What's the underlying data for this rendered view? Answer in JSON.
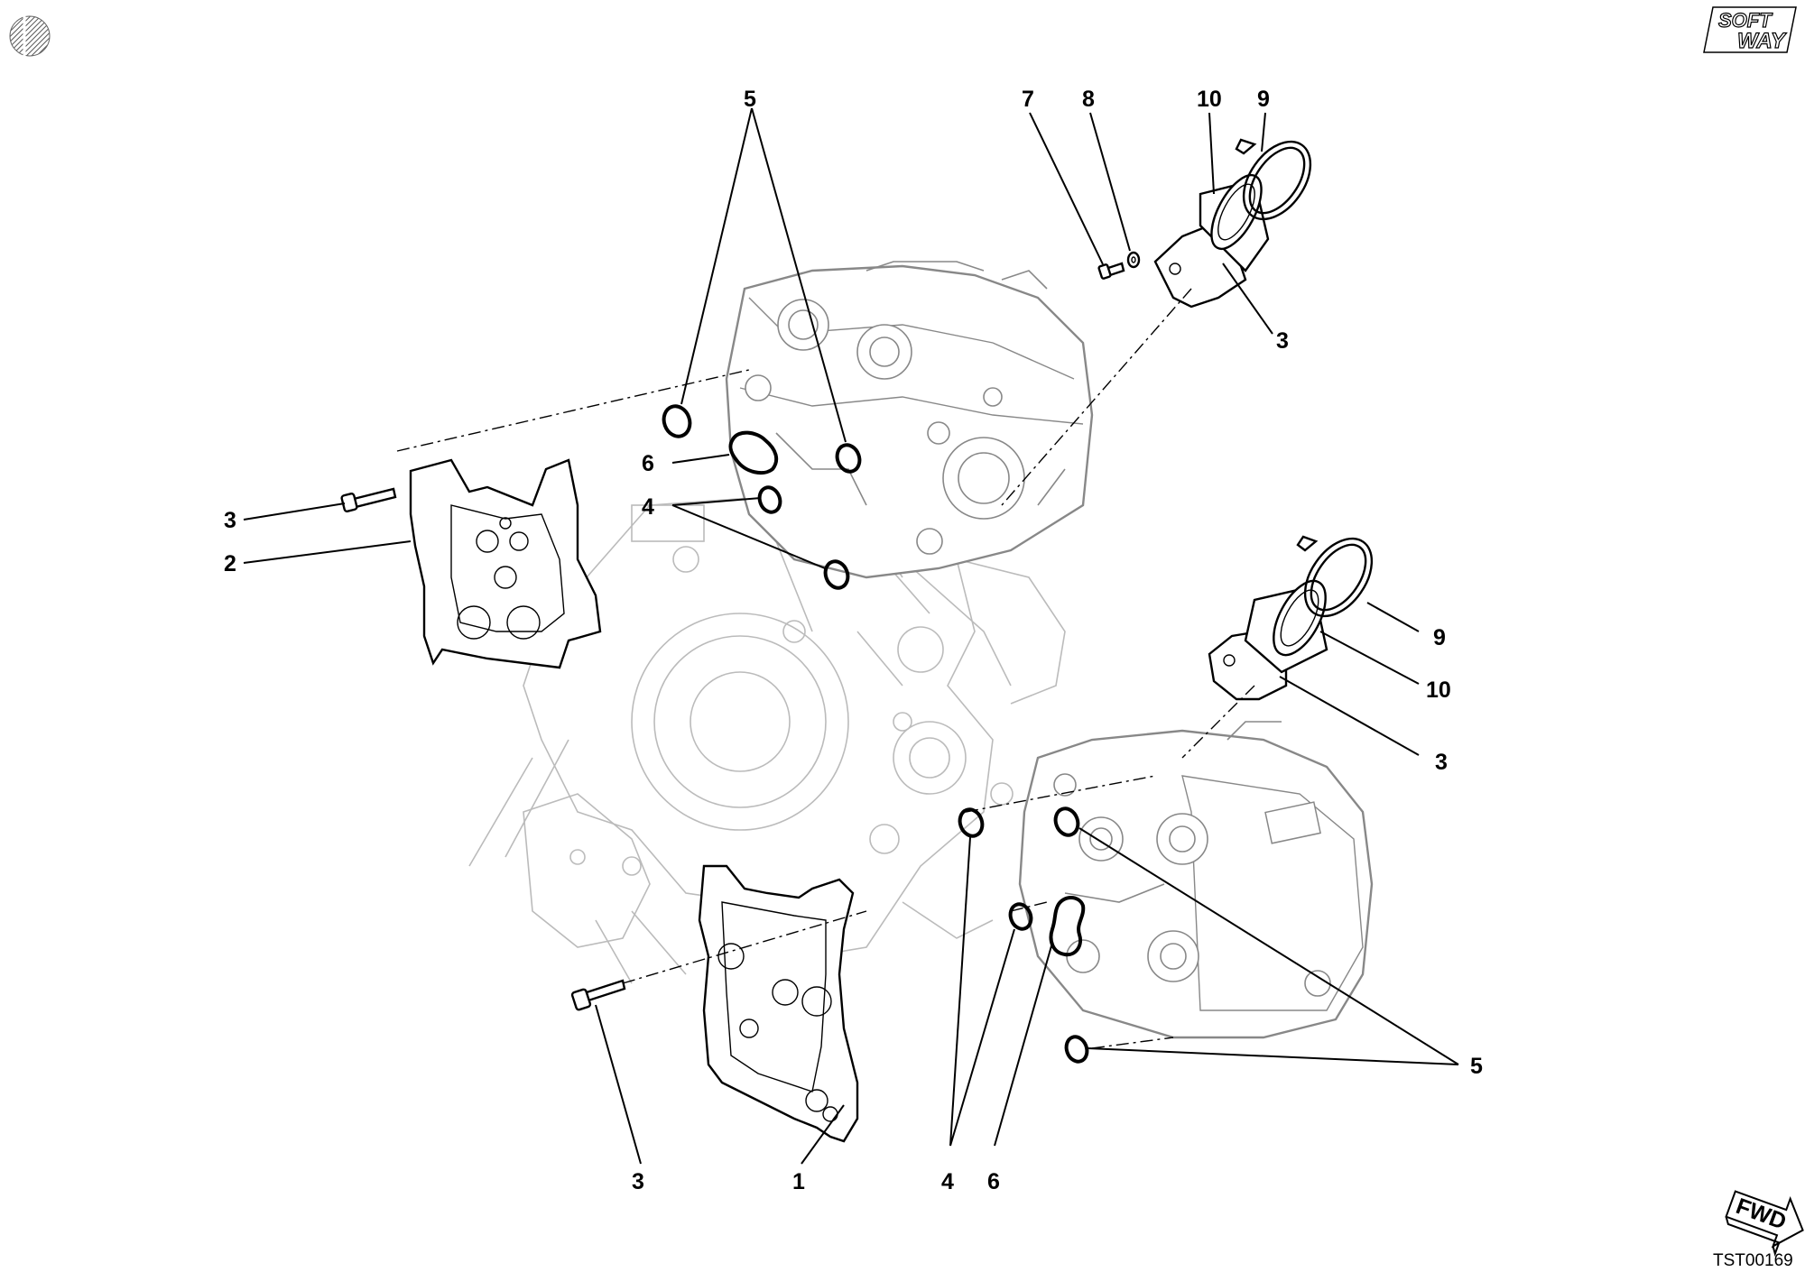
{
  "drawing": {
    "code": "TST00169",
    "brand_logo": {
      "line1": "SOFT",
      "line2": "WAY"
    },
    "fwd_label": "FWD"
  },
  "callouts": [
    {
      "id": "c5-top",
      "number": "5"
    },
    {
      "id": "c7",
      "number": "7"
    },
    {
      "id": "c8",
      "number": "8"
    },
    {
      "id": "c10-top",
      "number": "10"
    },
    {
      "id": "c9-top",
      "number": "9"
    },
    {
      "id": "c3-top-right",
      "number": "3"
    },
    {
      "id": "c6-left",
      "number": "6"
    },
    {
      "id": "c4-left",
      "number": "4"
    },
    {
      "id": "c3-left",
      "number": "3"
    },
    {
      "id": "c2",
      "number": "2"
    },
    {
      "id": "c9-mid",
      "number": "9"
    },
    {
      "id": "c10-mid",
      "number": "10"
    },
    {
      "id": "c3-mid-right",
      "number": "3"
    },
    {
      "id": "c5-bottom",
      "number": "5"
    },
    {
      "id": "c3-bottom",
      "number": "3"
    },
    {
      "id": "c1",
      "number": "1"
    },
    {
      "id": "c4-bottom",
      "number": "4"
    },
    {
      "id": "c6-bottom",
      "number": "6"
    }
  ],
  "colors": {
    "ink": "#000000",
    "ghost": "#bbbbbb",
    "background": "#ffffff"
  }
}
